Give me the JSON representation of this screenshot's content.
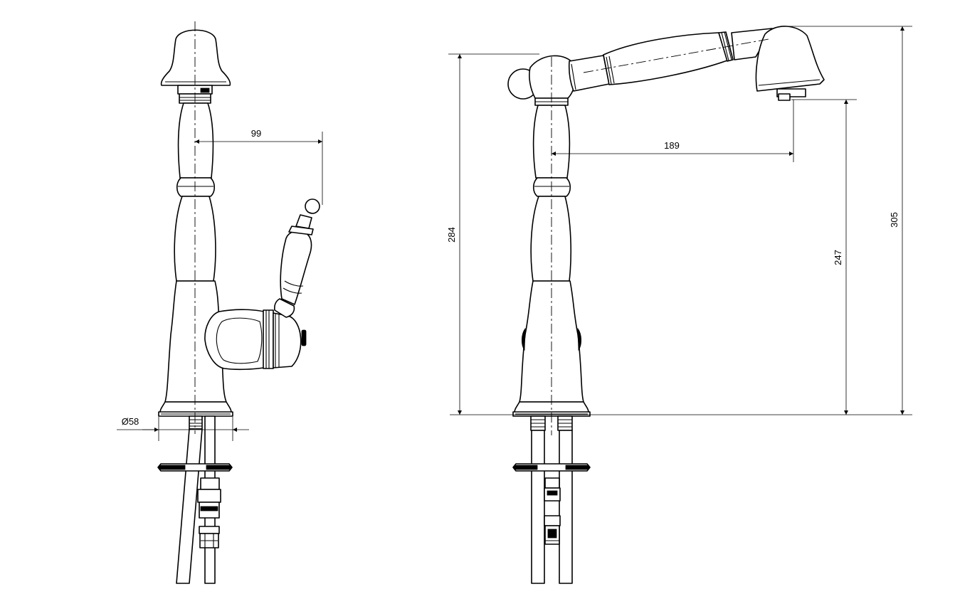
{
  "dimensions": {
    "lever_reach": "99",
    "base_diameter": "Ø58",
    "spout_reach": "189",
    "spout_height": "284",
    "outlet_height": "247",
    "total_height": "305"
  },
  "colors": {
    "line": "#000000",
    "background": "#ffffff"
  }
}
